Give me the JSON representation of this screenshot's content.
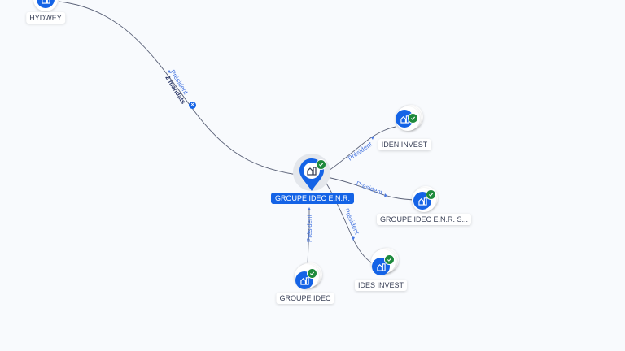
{
  "colors": {
    "background": "#f8fafd",
    "accent": "#1463e6",
    "check": "#1e8a3c",
    "edge": "#5b6278",
    "edge_label": "#4a78e0"
  },
  "center_node": {
    "label": "GROUPE IDEC E.N.R.",
    "icon": "building-icon",
    "verified": true
  },
  "nodes": [
    {
      "id": "hydwey",
      "label": "HYDWEY",
      "icon": "building-icon"
    },
    {
      "id": "iden",
      "label": "IDEN INVEST",
      "icon": "building-icon",
      "verified": true
    },
    {
      "id": "gie",
      "label": "GROUPE IDEC E.N.R. S...",
      "icon": "building-icon",
      "verified": true
    },
    {
      "id": "ides",
      "label": "IDES INVEST",
      "icon": "building-icon",
      "verified": true
    },
    {
      "id": "gidec",
      "label": "GROUPE IDEC",
      "icon": "building-icon",
      "verified": true
    }
  ],
  "edges": [
    {
      "from": "center",
      "to": "hydwey",
      "label": "Président",
      "sublabel": "2 mandats",
      "collapse_button": "×"
    },
    {
      "from": "center",
      "to": "iden",
      "label": "Président"
    },
    {
      "from": "center",
      "to": "gie",
      "label": "Président"
    },
    {
      "from": "center",
      "to": "ides",
      "label": "Président"
    },
    {
      "from": "gidec",
      "to": "center",
      "label": "Président"
    }
  ]
}
